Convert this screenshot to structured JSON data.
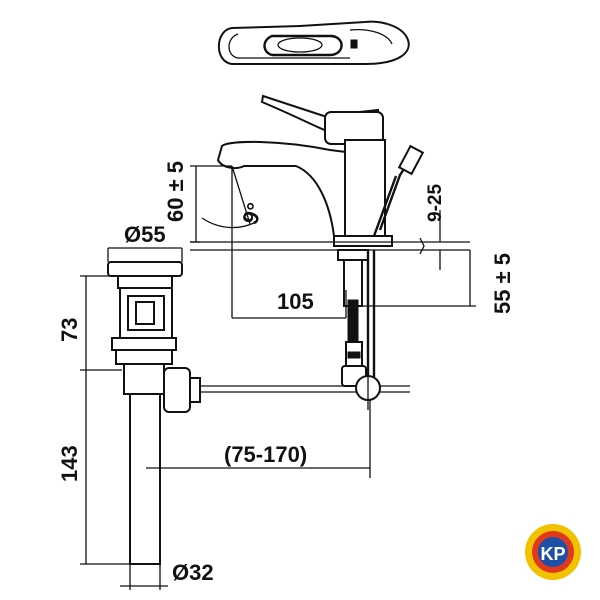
{
  "drawing": {
    "dimensions": {
      "spout_height": "60 ± 5",
      "spout_angle": "9°",
      "spout_reach": "105",
      "deck_thickness": "9-25",
      "shank_length": "55 ± 5",
      "waste_top_diameter": "Ø55",
      "waste_upper_height": "73",
      "waste_lower_height": "143",
      "pull_rod_range": "(75-170)",
      "tailpiece_diameter": "Ø32"
    },
    "logo": {
      "text": "KP",
      "colors": {
        "outer": "#f2c200",
        "ring": "#e03a1e",
        "inner": "#1b4fa8",
        "text": "#ffffff"
      }
    }
  }
}
